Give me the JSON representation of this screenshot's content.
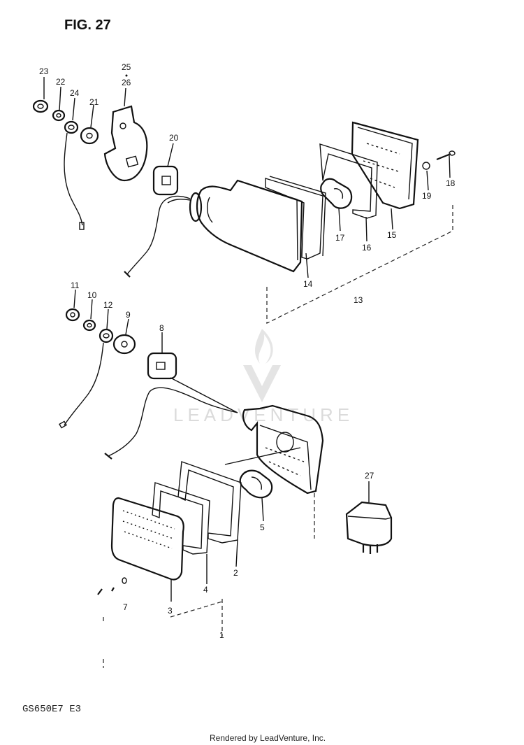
{
  "figure": {
    "title": "FIG. 27"
  },
  "watermark": {
    "brand": "LEADVENTURE"
  },
  "footer": {
    "model_code": "GS650E7 E3",
    "rendered_by": "Rendered by LeadVenture, Inc."
  },
  "callouts": {
    "c1": "1",
    "c2": "2",
    "c3": "3",
    "c4": "4",
    "c5": "5",
    "c7": "7",
    "c8": "8",
    "c9": "9",
    "c10": "10",
    "c11": "11",
    "c12": "12",
    "c13": "13",
    "c14": "14",
    "c15": "15",
    "c16": "16",
    "c17": "17",
    "c18": "18",
    "c19": "19",
    "c20": "20",
    "c21": "21",
    "c22": "22",
    "c23": "23",
    "c24": "24",
    "c25": "25",
    "c26": "26",
    "c27": "27"
  }
}
